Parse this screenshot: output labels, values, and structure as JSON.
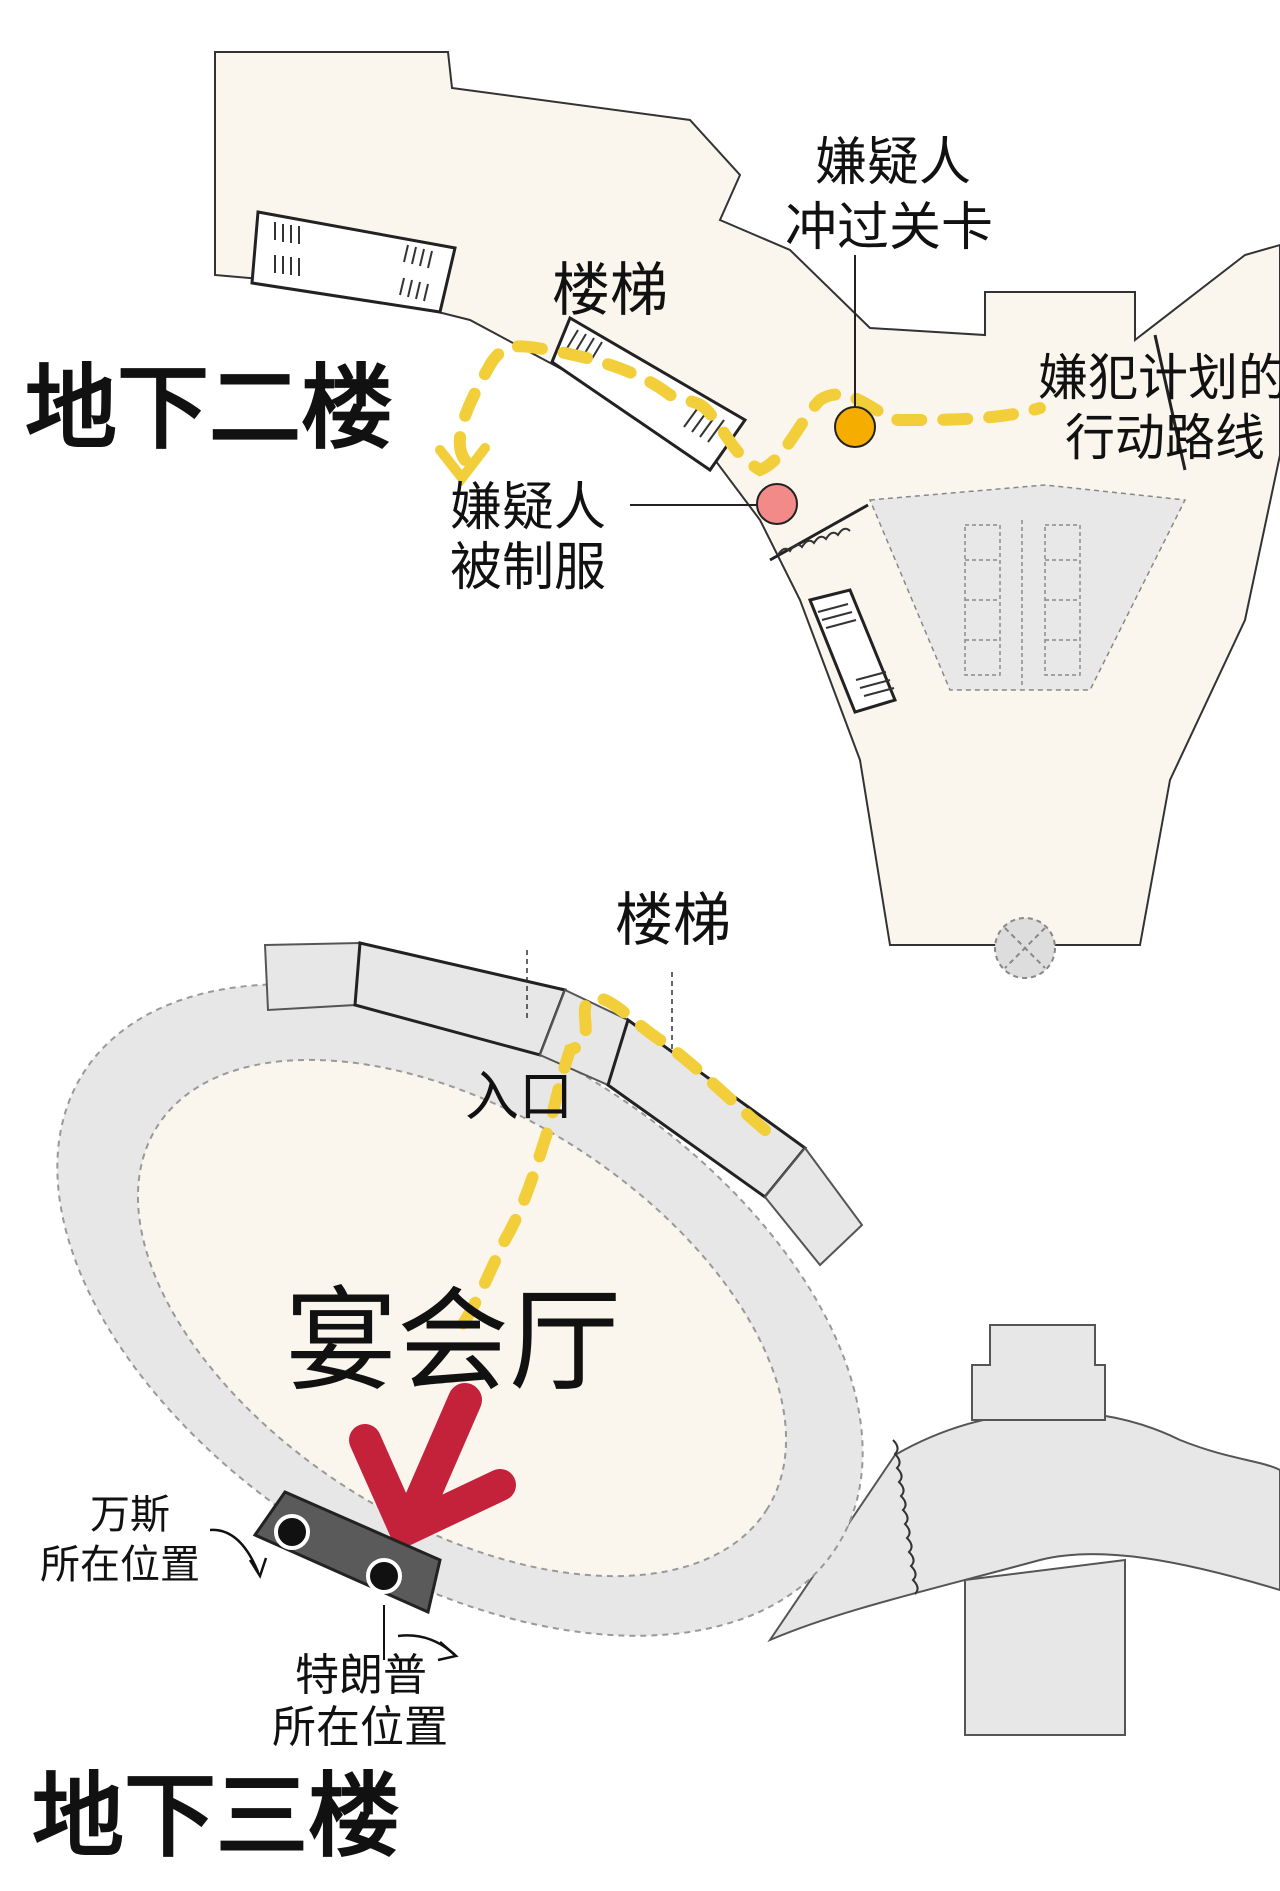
{
  "floors": {
    "b2": {
      "title": "地下二楼"
    },
    "b3": {
      "title": "地下三楼"
    }
  },
  "labels": {
    "stairs_b2": "楼梯",
    "stairs_b3": "楼梯",
    "suspect_checkpoint_line1": "嫌疑人",
    "suspect_checkpoint_line2": "冲过关卡",
    "suspect_subdued_line1": "嫌疑人",
    "suspect_subdued_line2": "被制服",
    "route_line1": "嫌犯计划的",
    "route_line2": "行动路线",
    "entrance": "入口",
    "banquet_hall": "宴会厅",
    "vance_line1": "万斯",
    "vance_line2": "所在位置",
    "trump_line1": "特朗普",
    "trump_line2": "所在位置"
  },
  "markers": {
    "checkpoint_color": "#F5AD00",
    "subdued_color": "#F28A8A"
  },
  "colors": {
    "route": "#F2CF3A",
    "floor": "#FAF6EE",
    "corridor": "#E7E7E7",
    "arrow": "#C4223A",
    "stage": "#5A5A5A"
  }
}
